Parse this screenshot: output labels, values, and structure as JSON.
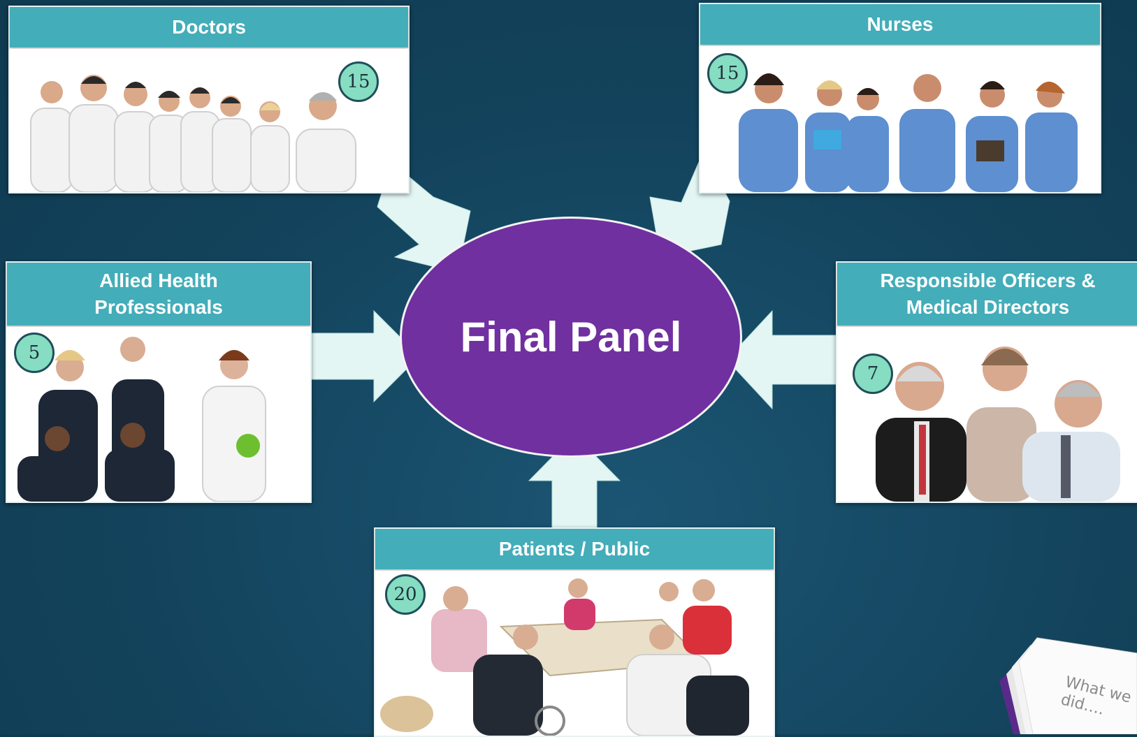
{
  "center": {
    "title": "Final Panel"
  },
  "groups": {
    "doctors": {
      "label": "Doctors",
      "count": "15"
    },
    "nurses": {
      "label": "Nurses",
      "count": "15"
    },
    "allied": {
      "label_line1": "Allied Health",
      "label_line2": "Professionals",
      "count": "5"
    },
    "officers": {
      "label_line1": "Responsible Officers &",
      "label_line2": "Medical Directors",
      "count": "7"
    },
    "patients": {
      "label": "Patients / Public",
      "count": "20"
    }
  },
  "book": {
    "line1": "What we",
    "line2": "did…."
  },
  "colors": {
    "background": "#13435c",
    "header": "#43adb9",
    "ellipse": "#7030a0",
    "arrow": "#e3f6f4",
    "badge": "#86ddc1"
  }
}
